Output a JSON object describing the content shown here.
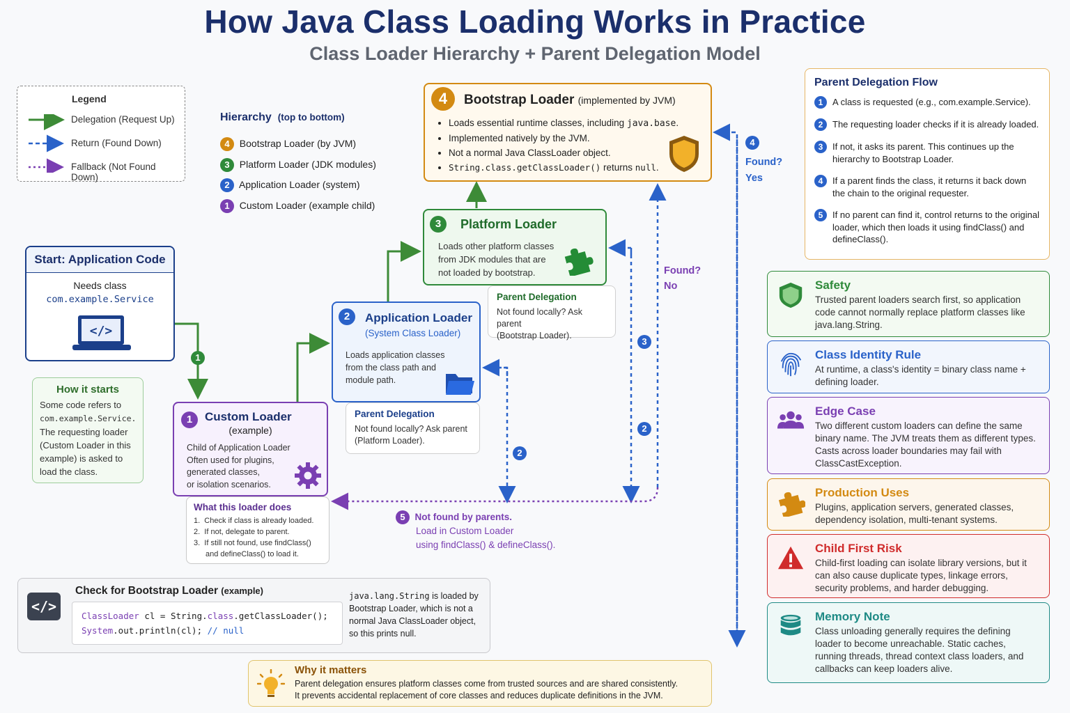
{
  "title": "How Java Class Loading Works in Practice",
  "subtitle": "Class Loader Hierarchy + Parent Delegation Model",
  "legend": {
    "heading": "Legend",
    "items": [
      "Delegation (Request Up)",
      "Return (Found Down)",
      "Fallback (Not Found Down)"
    ]
  },
  "hierarchy": {
    "heading": "Hierarchy",
    "sub": "(top to bottom)",
    "items": [
      {
        "num": "4",
        "label": "Bootstrap Loader (by JVM)"
      },
      {
        "num": "3",
        "label": "Platform Loader (JDK modules)"
      },
      {
        "num": "2",
        "label": "Application Loader (system)"
      },
      {
        "num": "1",
        "label": "Custom Loader (example child)"
      }
    ]
  },
  "start": {
    "heading": "Start: Application Code",
    "line1": "Needs class",
    "class_name": "com.example.Service"
  },
  "how_starts": {
    "heading": "How it starts",
    "text_a": "Some code refers to",
    "text_code": "com.example.Service.",
    "text_b": "The requesting loader (Custom Loader in this example) is asked to load the class."
  },
  "custom": {
    "num": "1",
    "heading": "Custom Loader",
    "sub": "(example)",
    "lines": [
      "Child of Application Loader",
      "Often used for plugins,",
      "generated classes,",
      "or isolation scenarios."
    ]
  },
  "what_does": {
    "heading": "What this loader does",
    "steps": [
      "Check if class is already loaded.",
      "If not, delegate to parent.",
      "If still not found, use findClass()",
      "and defineClass() to load it."
    ]
  },
  "app": {
    "num": "2",
    "heading": "Application Loader",
    "sub": "(System Class Loader)",
    "lines": [
      "Loads application classes",
      "from the class path and",
      "module path."
    ]
  },
  "app_pd": {
    "heading": "Parent Delegation",
    "lines": [
      "Not found locally? Ask parent",
      "(Platform Loader)."
    ]
  },
  "platform": {
    "num": "3",
    "heading": "Platform Loader",
    "lines": [
      "Loads other platform classes",
      "from JDK modules that are",
      "not loaded by bootstrap."
    ]
  },
  "plat_pd": {
    "heading": "Parent Delegation",
    "lines": [
      "Not found locally? Ask parent",
      "(Bootstrap Loader)."
    ]
  },
  "bootstrap": {
    "num": "4",
    "heading": "Bootstrap Loader",
    "sub": "(implemented by JVM)",
    "b1a": "Loads essential runtime classes, including ",
    "b1code": "java.base",
    "b1b": ".",
    "b2": "Implemented natively by the JVM.",
    "b3": "Not a normal Java ClassLoader object.",
    "b4code": "String.class.getClassLoader()",
    "b4a": " returns ",
    "b4code2": "null",
    "b4b": "."
  },
  "found_yes": {
    "num": "4",
    "q": "Found?",
    "a": "Yes"
  },
  "found_no": {
    "q": "Found?",
    "a": "No"
  },
  "path_badges": {
    "b1": "1",
    "b2a": "2",
    "b2b": "2",
    "b3": "3",
    "b5": "5"
  },
  "not_found": {
    "line1": "Not found by parents.",
    "line2": "Load in Custom Loader",
    "line3": "using findClass() & defineClass()."
  },
  "check": {
    "heading": "Check for Bootstrap Loader",
    "sub": "(example)",
    "code1a": "ClassLoader",
    "code1b": " cl = String.",
    "code1c": "class",
    "code1d": ".getClassLoader();",
    "code2a": "System",
    "code2b": ".out.println(cl); ",
    "code2c": "// null",
    "note_code": "java.lang.String",
    "note_a": " is loaded by Bootstrap Loader, which is not a normal Java ClassLoader object, so this prints null."
  },
  "why": {
    "heading": "Why it matters",
    "line1": "Parent delegation ensures platform classes come from trusted sources and are shared consistently.",
    "line2": "It prevents accidental replacement of core classes and reduces duplicate definitions in the JVM."
  },
  "flow": {
    "heading": "Parent Delegation Flow",
    "steps": [
      {
        "num": "1",
        "text": "A class is requested (e.g., com.example.Service)."
      },
      {
        "num": "2",
        "text": "The requesting loader checks if it is already loaded."
      },
      {
        "num": "3",
        "text": "If not, it asks its parent. This continues up the hierarchy to Bootstrap Loader."
      },
      {
        "num": "4",
        "text": "If a parent finds the class, it returns it back down the chain to the original requester."
      },
      {
        "num": "5",
        "text": "If no parent can find it, control returns to the original loader, which then loads it using findClass() and defineClass()."
      }
    ]
  },
  "side": [
    {
      "heading": "Safety",
      "text": "Trusted parent loaders search first, so application code cannot normally replace platform classes like java.lang.String.",
      "color": "#2f8a3a",
      "icon": "shield-icon"
    },
    {
      "heading": "Class Identity Rule",
      "text": "At runtime, a class's identity = binary class name + defining loader.",
      "color": "#2a62c9",
      "icon": "fingerprint-icon"
    },
    {
      "heading": "Edge Case",
      "text": "Two different custom loaders can define the same binary name. The JVM treats them as different types. Casts across loader boundaries may fail with ClassCastException.",
      "color": "#7a3fb2",
      "icon": "users-icon"
    },
    {
      "heading": "Production Uses",
      "text": "Plugins, application servers, generated classes, dependency isolation, multi-tenant systems.",
      "color": "#d38a12",
      "icon": "puzzle-icon"
    },
    {
      "heading": "Child First Risk",
      "text": "Child-first loading can isolate library versions, but it can also cause duplicate types, linkage errors, security problems, and harder debugging.",
      "color": "#d02c2c",
      "icon": "warning-icon"
    },
    {
      "heading": "Memory Note",
      "text": "Class unloading generally requires the defining loader to become unreachable. Static caches, running threads, thread context class loaders, and callbacks can keep loaders alive.",
      "color": "#1e8a85",
      "icon": "database-icon"
    }
  ]
}
